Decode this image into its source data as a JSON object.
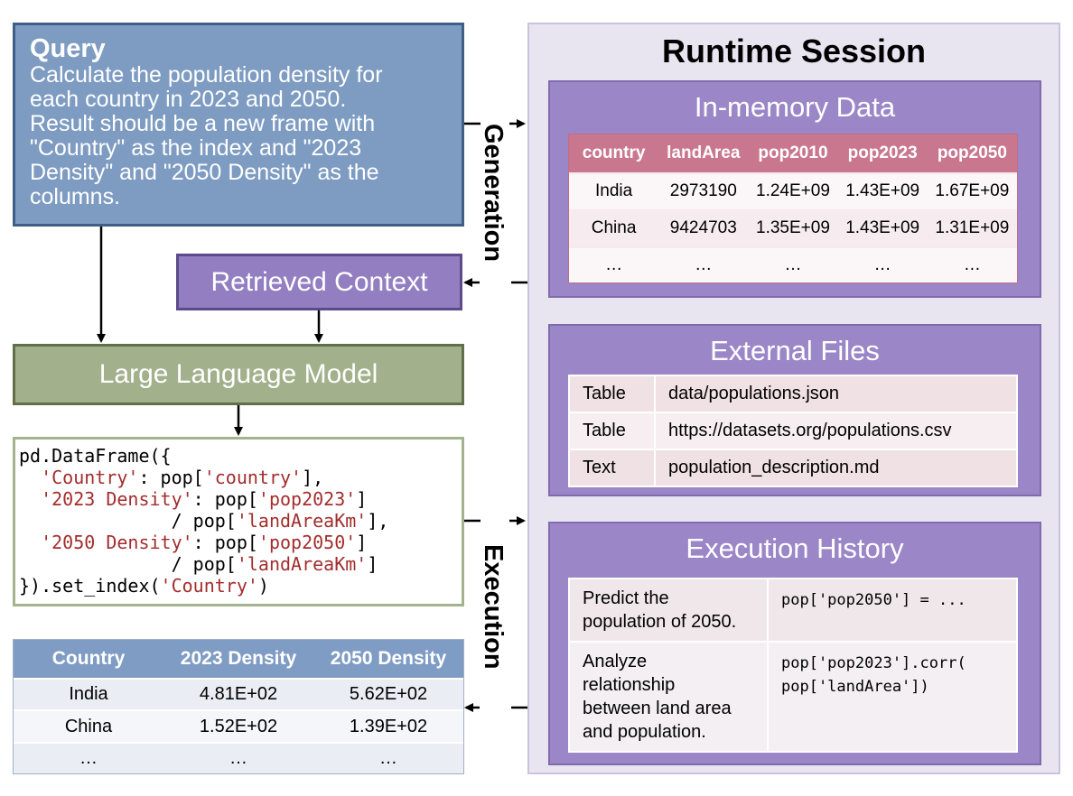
{
  "query": {
    "title": "Query",
    "lines": [
      "Calculate the population density for",
      "each country in 2023 and 2050.",
      "Result should be a new frame with",
      "\"Country\" as the index and \"2023",
      "Density\" and \"2050 Density\" as the",
      "columns."
    ]
  },
  "retrieved_context": "Retrieved Context",
  "llm": "Large Language Model",
  "code": {
    "lines": [
      [
        {
          "t": "pd.DataFrame({"
        }
      ],
      [
        {
          "t": "  "
        },
        {
          "t": "'Country'",
          "s": 1
        },
        {
          "t": ": pop["
        },
        {
          "t": "'country'",
          "s": 1
        },
        {
          "t": "],"
        }
      ],
      [
        {
          "t": "  "
        },
        {
          "t": "'2023 Density'",
          "s": 1
        },
        {
          "t": ": pop["
        },
        {
          "t": "'pop2023'",
          "s": 1
        },
        {
          "t": "]"
        }
      ],
      [
        {
          "t": "              / pop["
        },
        {
          "t": "'landAreaKm'",
          "s": 1
        },
        {
          "t": "],"
        }
      ],
      [
        {
          "t": "  "
        },
        {
          "t": "'2050 Density'",
          "s": 1
        },
        {
          "t": ": pop["
        },
        {
          "t": "'pop2050'",
          "s": 1
        },
        {
          "t": "]"
        }
      ],
      [
        {
          "t": "              / pop["
        },
        {
          "t": "'landAreaKm'",
          "s": 1
        },
        {
          "t": "]"
        }
      ],
      [
        {
          "t": "}).set_index("
        },
        {
          "t": "'Country'",
          "s": 1
        },
        {
          "t": ")"
        }
      ]
    ],
    "string_color": "#a32d2d"
  },
  "result_table": {
    "headers": [
      "Country",
      "2023 Density",
      "2050 Density"
    ],
    "rows": [
      [
        "India",
        "4.81E+02",
        "5.62E+02"
      ],
      [
        "China",
        "1.52E+02",
        "1.39E+02"
      ],
      [
        "…",
        "…",
        "…"
      ]
    ]
  },
  "labels": {
    "generation": "Generation",
    "execution": "Execution"
  },
  "runtime": {
    "title": "Runtime Session",
    "in_memory": {
      "title": "In-memory Data",
      "headers": [
        "country",
        "landArea",
        "pop2010",
        "pop2023",
        "pop2050"
      ],
      "rows": [
        [
          "India",
          "2973190",
          "1.24E+09",
          "1.43E+09",
          "1.67E+09"
        ],
        [
          "China",
          "9424703",
          "1.35E+09",
          "1.43E+09",
          "1.31E+09"
        ],
        [
          "…",
          "…",
          "…",
          "…",
          "…"
        ]
      ]
    },
    "external_files": {
      "title": "External Files",
      "rows": [
        [
          "Table",
          "data/populations.json"
        ],
        [
          "Table",
          "https://datasets.org/populations.csv"
        ],
        [
          "Text",
          "population_description.md"
        ]
      ]
    },
    "execution_history": {
      "title": "Execution History",
      "rows": [
        [
          "Predict the\npopulation of 2050.",
          "pop['pop2050'] = ..."
        ],
        [
          "Analyze\nrelationship\nbetween land area\nand population.",
          "pop['pop2023'].corr(\npop['landArea'])"
        ]
      ]
    }
  },
  "colors": {
    "query": "#7e9cc2",
    "retrieved": "#927ec1",
    "llm": "#a2b18c",
    "runtime_bg": "#e8e5f1",
    "panel": "#9b86c7",
    "mem_header": "#c9778f"
  }
}
